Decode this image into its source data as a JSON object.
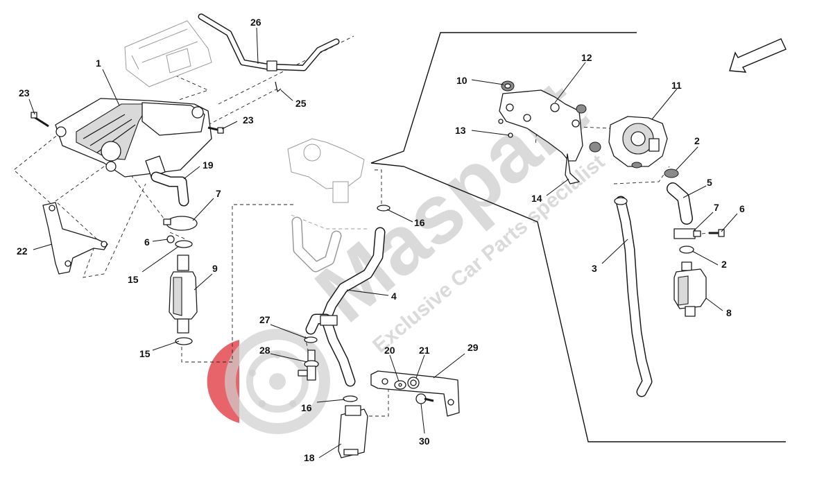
{
  "watermark": {
    "brand": "Maspart",
    "tagline": "Exclusive Car Parts specialist",
    "brand_color": "#c9c9c9",
    "accent_color": "#e0303a"
  },
  "callouts": [
    {
      "id": "c1",
      "label": "1"
    },
    {
      "id": "c2a",
      "label": "2"
    },
    {
      "id": "c2b",
      "label": "2"
    },
    {
      "id": "c3",
      "label": "3"
    },
    {
      "id": "c4",
      "label": "4"
    },
    {
      "id": "c5",
      "label": "5"
    },
    {
      "id": "c6a",
      "label": "6"
    },
    {
      "id": "c6b",
      "label": "6"
    },
    {
      "id": "c7a",
      "label": "7"
    },
    {
      "id": "c7b",
      "label": "7"
    },
    {
      "id": "c8",
      "label": "8"
    },
    {
      "id": "c9",
      "label": "9"
    },
    {
      "id": "c10",
      "label": "10"
    },
    {
      "id": "c11",
      "label": "11"
    },
    {
      "id": "c12",
      "label": "12"
    },
    {
      "id": "c13",
      "label": "13"
    },
    {
      "id": "c14",
      "label": "14"
    },
    {
      "id": "c15a",
      "label": "15"
    },
    {
      "id": "c15b",
      "label": "15"
    },
    {
      "id": "c16a",
      "label": "16"
    },
    {
      "id": "c16b",
      "label": "16"
    },
    {
      "id": "c18",
      "label": "18"
    },
    {
      "id": "c19",
      "label": "19"
    },
    {
      "id": "c20",
      "label": "20"
    },
    {
      "id": "c21",
      "label": "21"
    },
    {
      "id": "c22",
      "label": "22"
    },
    {
      "id": "c23a",
      "label": "23"
    },
    {
      "id": "c23b",
      "label": "23"
    },
    {
      "id": "c25",
      "label": "25"
    },
    {
      "id": "c26",
      "label": "26"
    },
    {
      "id": "c27",
      "label": "27"
    },
    {
      "id": "c28",
      "label": "28"
    },
    {
      "id": "c29",
      "label": "29"
    },
    {
      "id": "c30",
      "label": "30"
    }
  ]
}
